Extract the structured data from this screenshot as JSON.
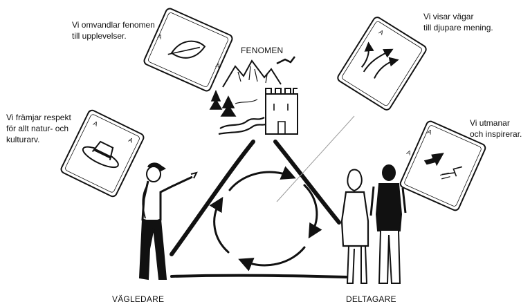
{
  "labels": {
    "phenomenon": "FENOMEN",
    "guide": "VÄGLEDARE",
    "participants": "DELTAGARE"
  },
  "cards": [
    {
      "icon": "leaf-icon",
      "lines": [
        "Vi omvandlar fenomen",
        "till upplevelser."
      ]
    },
    {
      "icon": "ranger-hat-icon",
      "lines": [
        "Vi främjar respekt",
        "för allt natur- och",
        "kulturarv."
      ]
    },
    {
      "icon": "path-arrows-icon",
      "lines": [
        "Vi visar vägar",
        "till djupare mening."
      ]
    },
    {
      "icon": "arrows-icon",
      "lines": [
        "Vi utmanar",
        "och inspirerar."
      ]
    }
  ],
  "card_corner_mark": "A",
  "colors": {
    "ink": "#111111",
    "background": "#ffffff"
  }
}
